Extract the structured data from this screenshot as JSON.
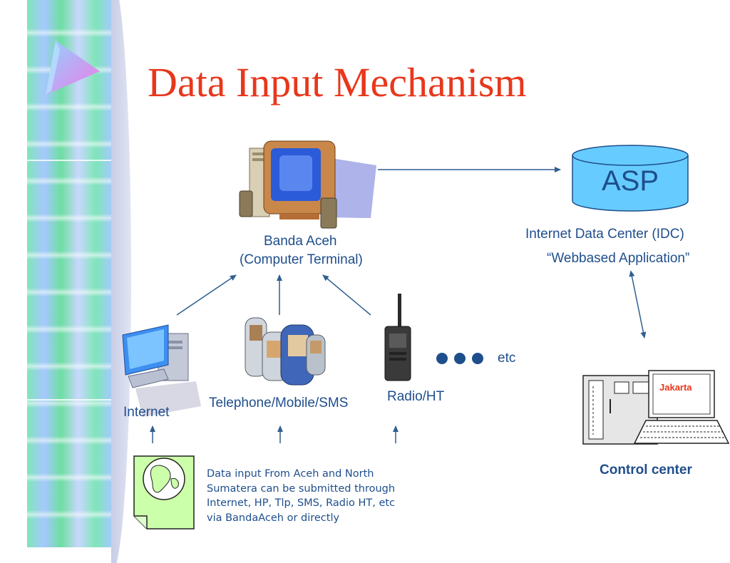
{
  "title": "Data Input Mechanism",
  "nodes": {
    "terminal": {
      "line1": "Banda Aceh",
      "line2": "(Computer Terminal)"
    },
    "asp": {
      "label": "ASP"
    },
    "idc": {
      "line1": "Internet Data Center (IDC)",
      "line2": "“Webbased Application”"
    },
    "internet": {
      "label": "Internet"
    },
    "telephone": {
      "label": "Telephone/Mobile/SMS"
    },
    "radio": {
      "label": "Radio/HT"
    },
    "etc": {
      "label": "etc"
    },
    "control_center": {
      "label": "Control center",
      "screen_text": "Jakarta"
    }
  },
  "note": {
    "line1": "Data input From Aceh and North",
    "line2": "Sumatera can be submitted through",
    "line3": "Internet, HP, Tlp, SMS, Radio HT, etc",
    "line4": "via BandaAceh or directly"
  },
  "colors": {
    "title": "#e8371c",
    "text": "#1f4e8c",
    "arrow": "#2f5f8f",
    "asp_fill": "#66ccff"
  },
  "icons": [
    "triangle-bullet-icon",
    "computer-terminal-icon",
    "database-cylinder-icon",
    "desktop-computer-icon",
    "mobile-phones-icon",
    "radio-handset-icon",
    "ellipsis-dots-icon",
    "laptop-server-icon",
    "globe-document-icon"
  ]
}
